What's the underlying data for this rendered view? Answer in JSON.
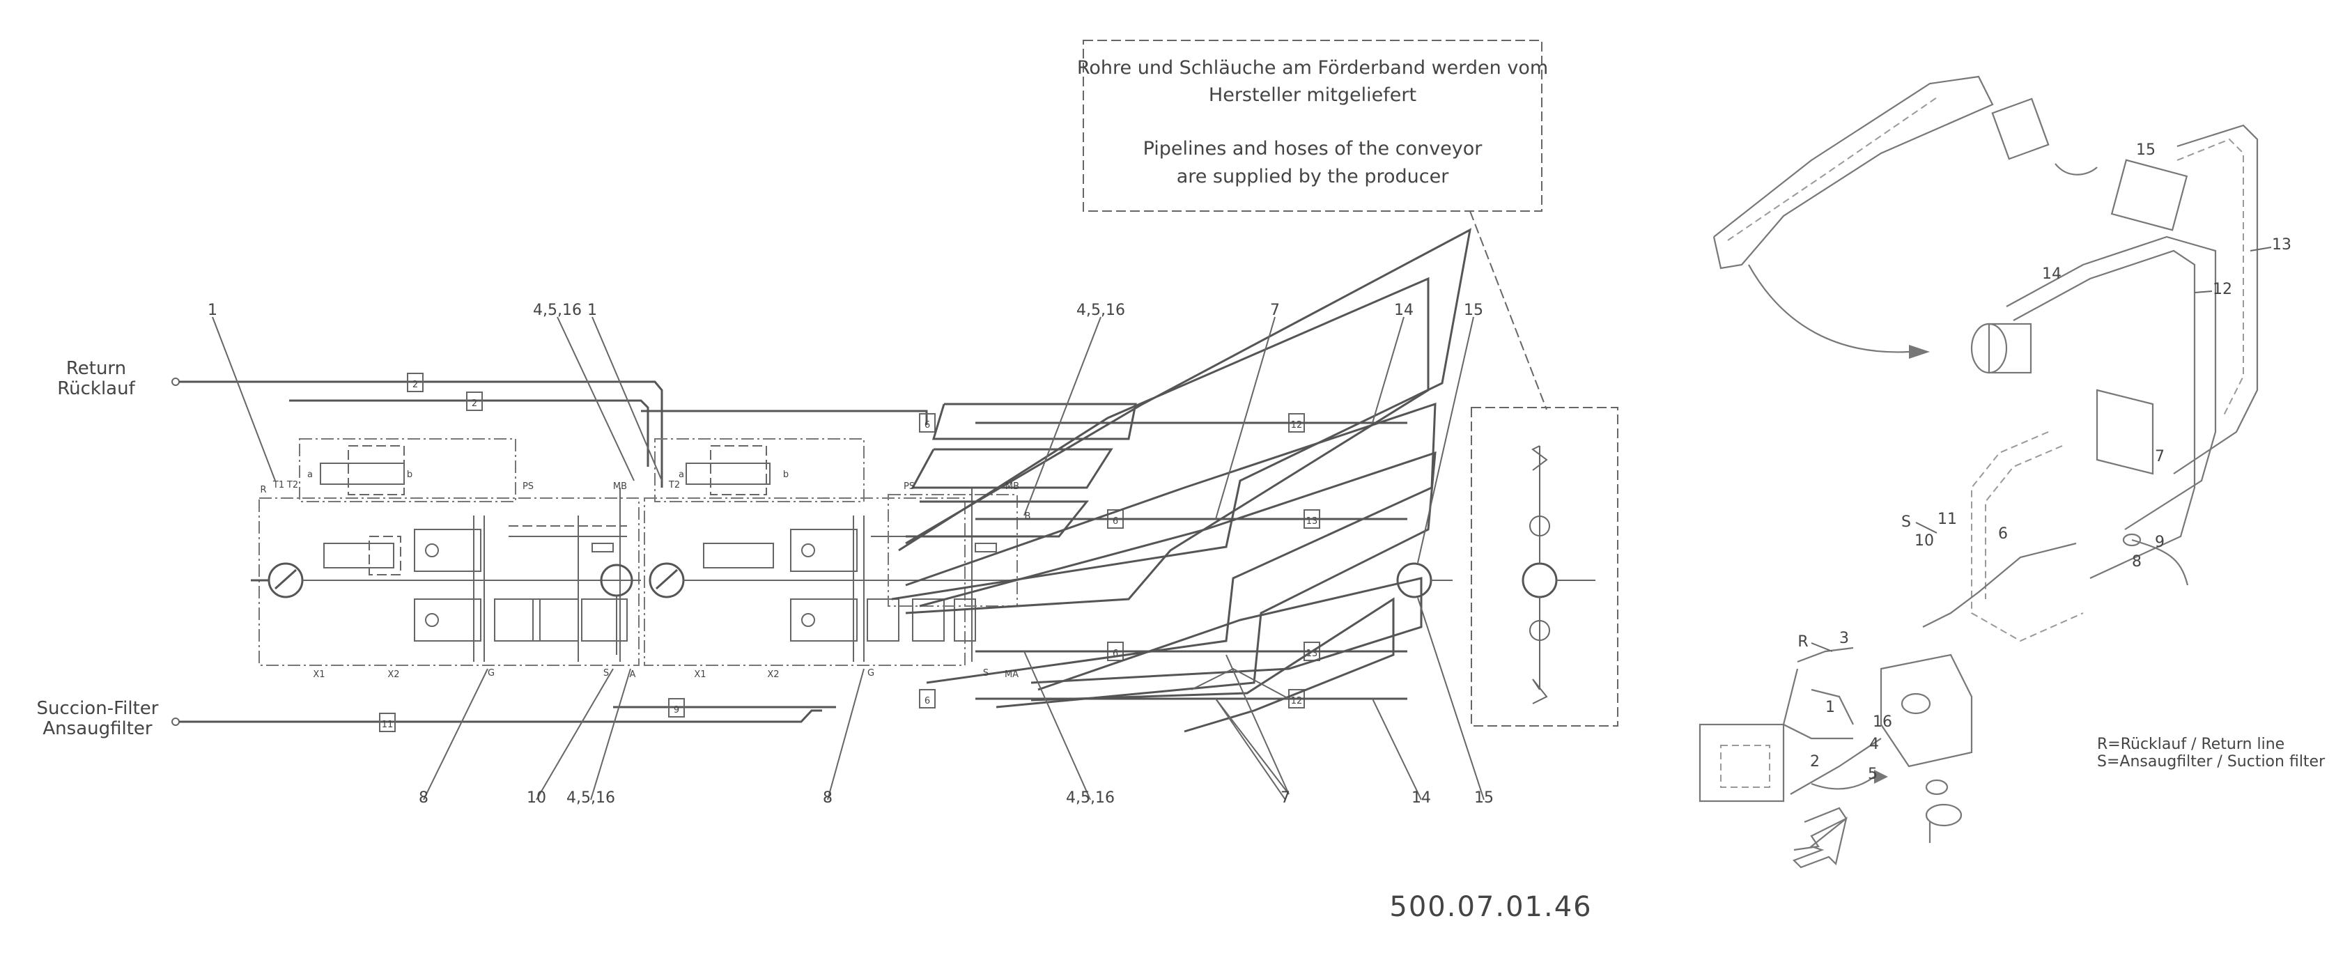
{
  "note": {
    "line1": "Rohre und Schläuche am Förderband werden vom",
    "line2": "Hersteller mitgeliefert",
    "line3": "Pipelines and hoses of the conveyor",
    "line4": "are supplied by the producer"
  },
  "ports": {
    "return_en": "Return",
    "return_de": "Rücklauf",
    "suction_en": "Succion-Filter",
    "suction_de": "Ansaugfilter"
  },
  "top_callouts": [
    "1",
    "4,5,16",
    "1",
    "4,5,16",
    "7",
    "14",
    "15"
  ],
  "bottom_callouts": [
    "8",
    "10",
    "4,5,16",
    "8",
    "4,5,16",
    "7",
    "14",
    "15"
  ],
  "hose_tags": [
    "2",
    "2",
    "11",
    "9",
    "6",
    "6",
    "6",
    "6",
    "12",
    "13",
    "13",
    "12"
  ],
  "small_labels": {
    "x1a": "X1",
    "x2a": "X2",
    "x1b": "X1",
    "x2b": "X2",
    "ps_a": "PS",
    "ps_b": "PS",
    "mb_a": "MB",
    "mb_b": "MB",
    "ma": "MA",
    "r_a": "R",
    "t1": "T1",
    "t2": "T2",
    "t2b": "T2",
    "g_a": "G",
    "g_b": "G",
    "s_a": "S",
    "s_b": "S",
    "a_a": "A",
    "b_b": "B",
    "pa": "a",
    "pb": "b",
    "pa2": "a",
    "pb2": "b"
  },
  "drawing_number": "500.07.01.46",
  "iso_callouts": {
    "c15": "15",
    "c14": "14",
    "c13": "13",
    "c12": "12",
    "c7": "7",
    "c11": "11",
    "c10": "10",
    "c6": "6",
    "c9": "9",
    "c8": "8",
    "c3": "3",
    "c1": "1",
    "c2": "2",
    "c16": "16",
    "c4": "4",
    "c5": "5",
    "s_port": "S",
    "r_port": "R"
  },
  "legend": {
    "line1": "R=Rücklauf / Return line",
    "line2": "S=Ansaugfilter / Suction filter"
  }
}
